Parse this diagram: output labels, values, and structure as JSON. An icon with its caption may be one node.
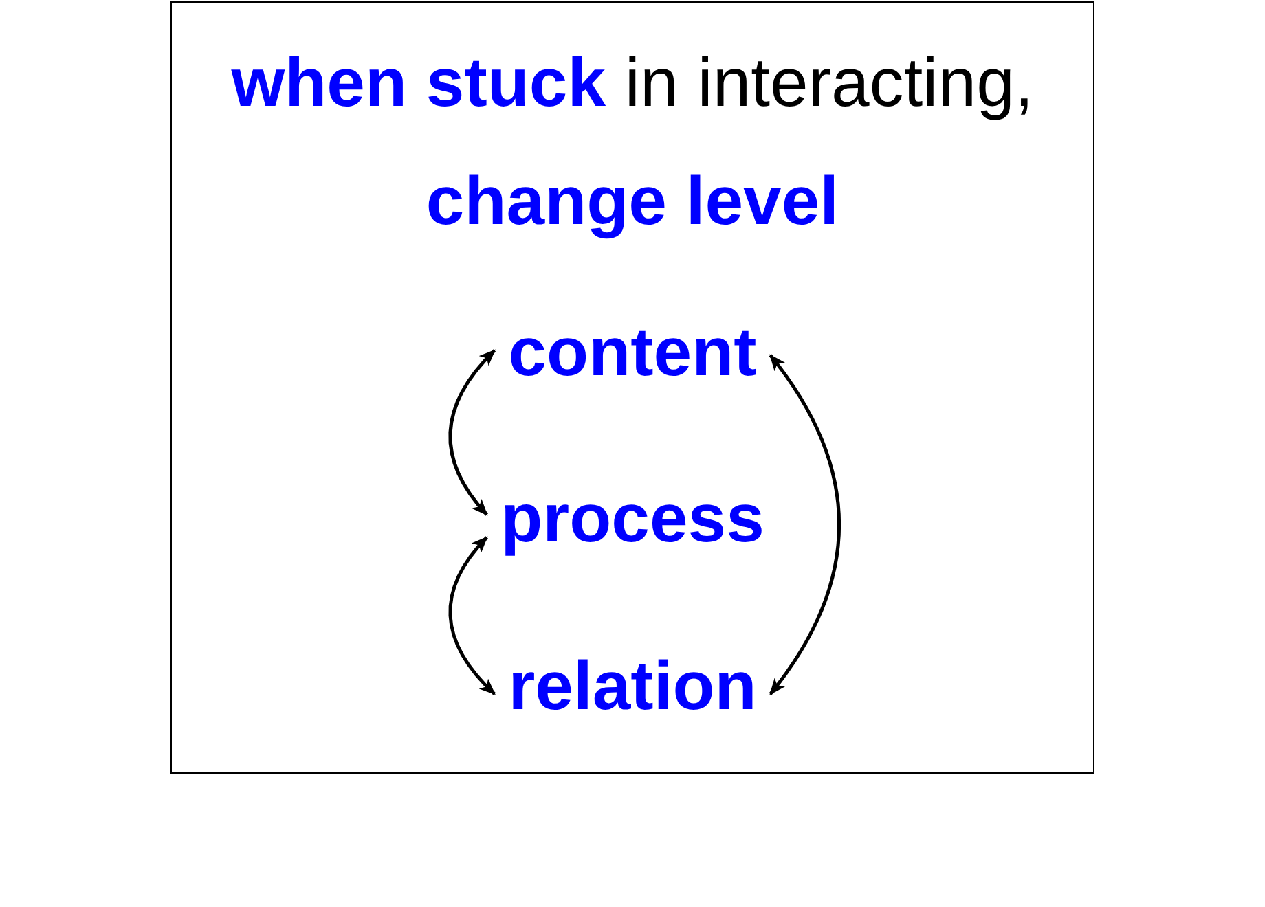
{
  "diagram": {
    "nodes": [
      {
        "text": [
          "**when stuck** in interacting,",
          "change level"
        ]
      },
      {
        "text": [
          "content"
        ],
        "in": 0
      },
      {
        "text": [
          "process"
        ],
        "in": 0
      },
      {
        "text": [
          "relation"
        ],
        "in": 0
      }
    ],
    "edges": [
      {
        "from": 1,
        "to": 2,
        "arrow": "both"
      },
      {
        "from": 2,
        "to": 3,
        "arrow": "both"
      },
      {
        "from": 1,
        "to": 3,
        "arrow": "both"
      }
    ]
  }
}
